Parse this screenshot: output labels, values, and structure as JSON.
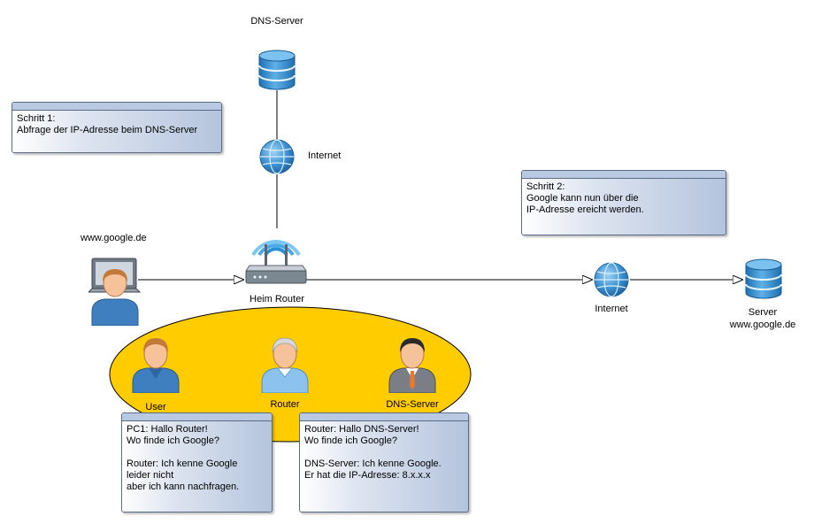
{
  "labels": {
    "dns_server_top": "DNS-Server",
    "internet_top": "Internet",
    "website_left": "www.google.de",
    "home_router": "Heim Router",
    "internet_right": "Internet",
    "server_title": "Server",
    "server_site": "www.google.de"
  },
  "people": {
    "user": "User",
    "router": "Router",
    "dns_server": "DNS-Server"
  },
  "notes": {
    "step1": {
      "lines": [
        "Schritt 1:",
        "Abfrage der IP-Adresse beim DNS-Server"
      ]
    },
    "step2": {
      "lines": [
        "Schritt 2:",
        "Google kann nun über die",
        "IP-Adresse ereicht werden."
      ]
    },
    "dialog_user_router": {
      "lines": [
        "PC1: Hallo Router!",
        "Wo finde ich Google?",
        "",
        "Router: Ich kenne Google",
        "leider nicht",
        "aber ich kann nachfragen."
      ]
    },
    "dialog_router_dns": {
      "lines": [
        "Router: Hallo DNS-Server!",
        "Wo finde ich Google?",
        "",
        "DNS-Server: Ich kenne Google.",
        "Er hat die IP-Adresse: 8.x.x.x"
      ]
    }
  },
  "colors": {
    "ellipse_fill": "#ffcc00",
    "database_blue": "#2f86c9",
    "globe_blue": "#3a8fd0",
    "note_border": "#5a6b85"
  },
  "icons": [
    "database-icon",
    "globe-icon",
    "router-icon",
    "laptop-user-icon",
    "person-icon"
  ]
}
